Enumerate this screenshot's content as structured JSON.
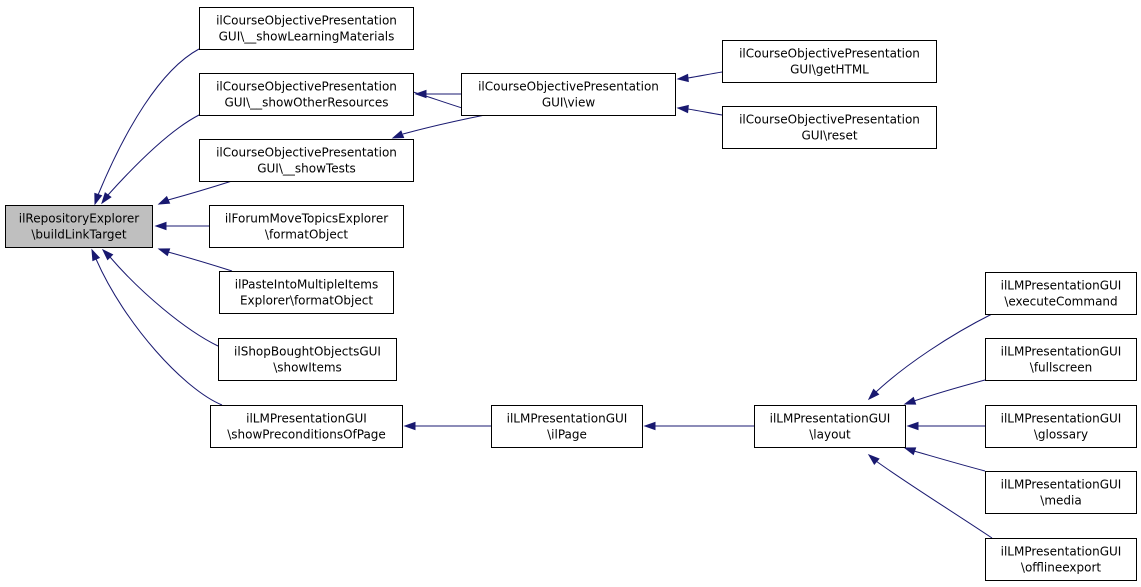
{
  "graph": {
    "nodes": [
      {
        "id": "root",
        "lines": [
          "ilRepositoryExplorer",
          "\\buildLinkTarget"
        ],
        "highlight": true
      },
      {
        "id": "n_learn",
        "lines": [
          "ilCourseObjectivePresentation",
          "GUI\\__showLearningMaterials"
        ]
      },
      {
        "id": "n_other",
        "lines": [
          "ilCourseObjectivePresentation",
          "GUI\\__showOtherResources"
        ]
      },
      {
        "id": "n_tests",
        "lines": [
          "ilCourseObjectivePresentation",
          "GUI\\__showTests"
        ]
      },
      {
        "id": "n_forum",
        "lines": [
          "ilForumMoveTopicsExplorer",
          "\\formatObject"
        ]
      },
      {
        "id": "n_paste",
        "lines": [
          "ilPasteIntoMultipleItems",
          "Explorer\\formatObject"
        ]
      },
      {
        "id": "n_shop",
        "lines": [
          "ilShopBoughtObjectsGUI",
          "\\showItems"
        ]
      },
      {
        "id": "n_precond",
        "lines": [
          "ilLMPresentationGUI",
          "\\showPreconditionsOfPage"
        ]
      },
      {
        "id": "n_view",
        "lines": [
          "ilCourseObjectivePresentation",
          "GUI\\view"
        ]
      },
      {
        "id": "n_gethtml",
        "lines": [
          "ilCourseObjectivePresentation",
          "GUI\\getHTML"
        ]
      },
      {
        "id": "n_reset",
        "lines": [
          "ilCourseObjectivePresentation",
          "GUI\\reset"
        ]
      },
      {
        "id": "n_ilpage",
        "lines": [
          "ilLMPresentationGUI",
          "\\ilPage"
        ]
      },
      {
        "id": "n_layout",
        "lines": [
          "ilLMPresentationGUI",
          "\\layout"
        ]
      },
      {
        "id": "n_exec",
        "lines": [
          "ilLMPresentationGUI",
          "\\executeCommand"
        ]
      },
      {
        "id": "n_full",
        "lines": [
          "ilLMPresentationGUI",
          "\\fullscreen"
        ]
      },
      {
        "id": "n_gloss",
        "lines": [
          "ilLMPresentationGUI",
          "\\glossary"
        ]
      },
      {
        "id": "n_media",
        "lines": [
          "ilLMPresentationGUI",
          "\\media"
        ]
      },
      {
        "id": "n_offline",
        "lines": [
          "ilLMPresentationGUI",
          "\\offlineexport"
        ]
      }
    ],
    "edges": [
      {
        "from": "n_learn",
        "to": "root"
      },
      {
        "from": "n_other",
        "to": "root"
      },
      {
        "from": "n_tests",
        "to": "root"
      },
      {
        "from": "n_forum",
        "to": "root"
      },
      {
        "from": "n_paste",
        "to": "root"
      },
      {
        "from": "n_shop",
        "to": "root"
      },
      {
        "from": "n_precond",
        "to": "root"
      },
      {
        "from": "n_view",
        "to": "n_learn"
      },
      {
        "from": "n_view",
        "to": "n_other"
      },
      {
        "from": "n_view",
        "to": "n_tests"
      },
      {
        "from": "n_gethtml",
        "to": "n_view"
      },
      {
        "from": "n_reset",
        "to": "n_view"
      },
      {
        "from": "n_ilpage",
        "to": "n_precond"
      },
      {
        "from": "n_layout",
        "to": "n_ilpage"
      },
      {
        "from": "n_exec",
        "to": "n_layout"
      },
      {
        "from": "n_full",
        "to": "n_layout"
      },
      {
        "from": "n_gloss",
        "to": "n_layout"
      },
      {
        "from": "n_media",
        "to": "n_layout"
      },
      {
        "from": "n_offline",
        "to": "n_layout"
      }
    ]
  }
}
